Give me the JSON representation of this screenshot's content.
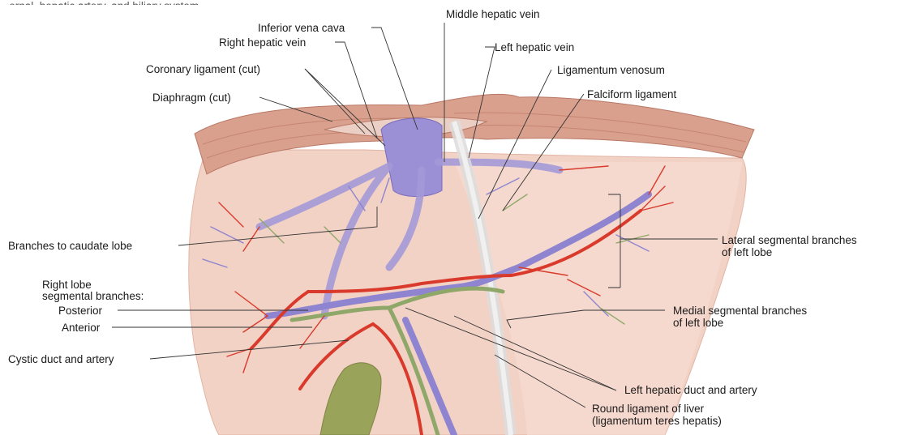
{
  "header_fragment": "...ernal, hepatic artery, and biliary system",
  "labels": {
    "middle_hepatic_vein": "Middle hepatic vein",
    "inferior_vena_cava": "Inferior vena cava",
    "right_hepatic_vein": "Right hepatic vein",
    "left_hepatic_vein": "Left hepatic vein",
    "coronary_ligament": "Coronary ligament (cut)",
    "ligamentum_venosum": "Ligamentum venosum",
    "diaphragm": "Diaphragm (cut)",
    "falciform_ligament": "Falciform ligament",
    "branches_caudate": "Branches to caudate lobe",
    "lateral_segmental_1": "Lateral segmental branches",
    "lateral_segmental_2": "of left lobe",
    "right_lobe_1": "Right lobe",
    "right_lobe_2": "segmental branches:",
    "posterior": "Posterior",
    "anterior": "Anterior",
    "medial_segmental_1": "Medial segmental branches",
    "medial_segmental_2": "of left lobe",
    "cystic_duct": "Cystic duct and artery",
    "left_hepatic_duct": "Left hepatic duct and artery",
    "round_ligament_1": "Round ligament of liver",
    "round_ligament_2": "(ligamentum teres hepatis)"
  },
  "colors": {
    "liver": "#f3d2c6",
    "diaphragm": "#d9a08e",
    "vein": "#9b8fd6",
    "artery": "#d93a2b",
    "duct": "#8fa86a",
    "gallbladder": "#9aa35a"
  }
}
